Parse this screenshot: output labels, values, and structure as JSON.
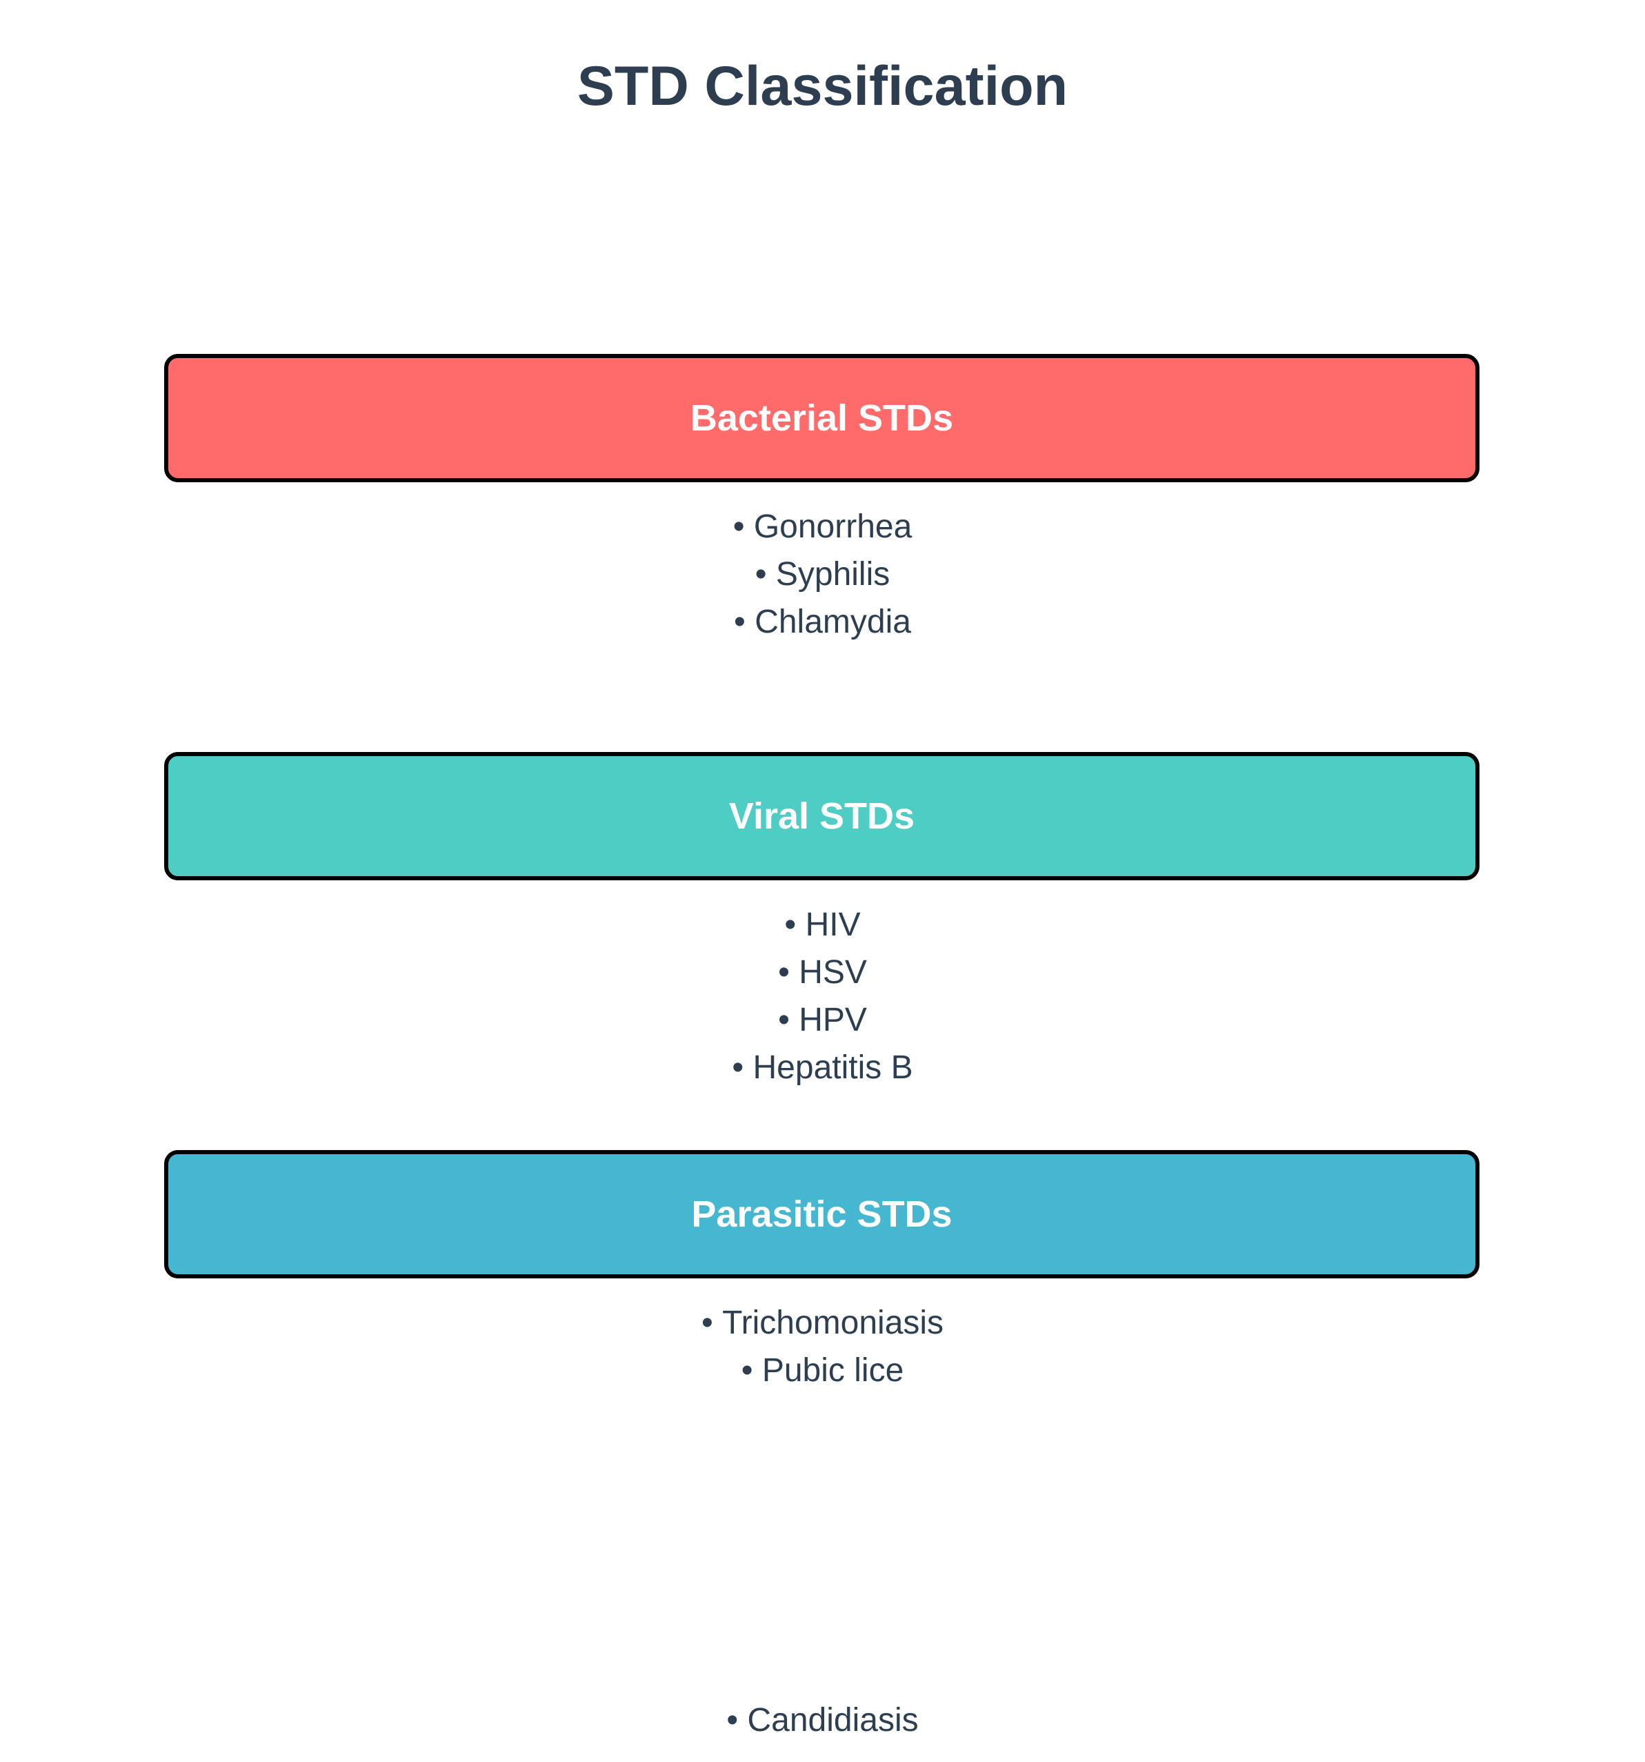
{
  "title": "STD Classification",
  "categories": [
    {
      "label": "Bacterial STDs",
      "color": "#ff6b6b",
      "items": [
        "Gonorrhea",
        "Syphilis",
        "Chlamydia"
      ]
    },
    {
      "label": "Viral STDs",
      "color": "#4ecdc4",
      "items": [
        "HIV",
        "HSV",
        "HPV",
        "Hepatitis B"
      ]
    },
    {
      "label": "Parasitic STDs",
      "color": "#45b7d1",
      "items": [
        "Trichomoniasis",
        "Pubic lice"
      ]
    }
  ],
  "orphan_items": [
    "Candidiasis"
  ]
}
